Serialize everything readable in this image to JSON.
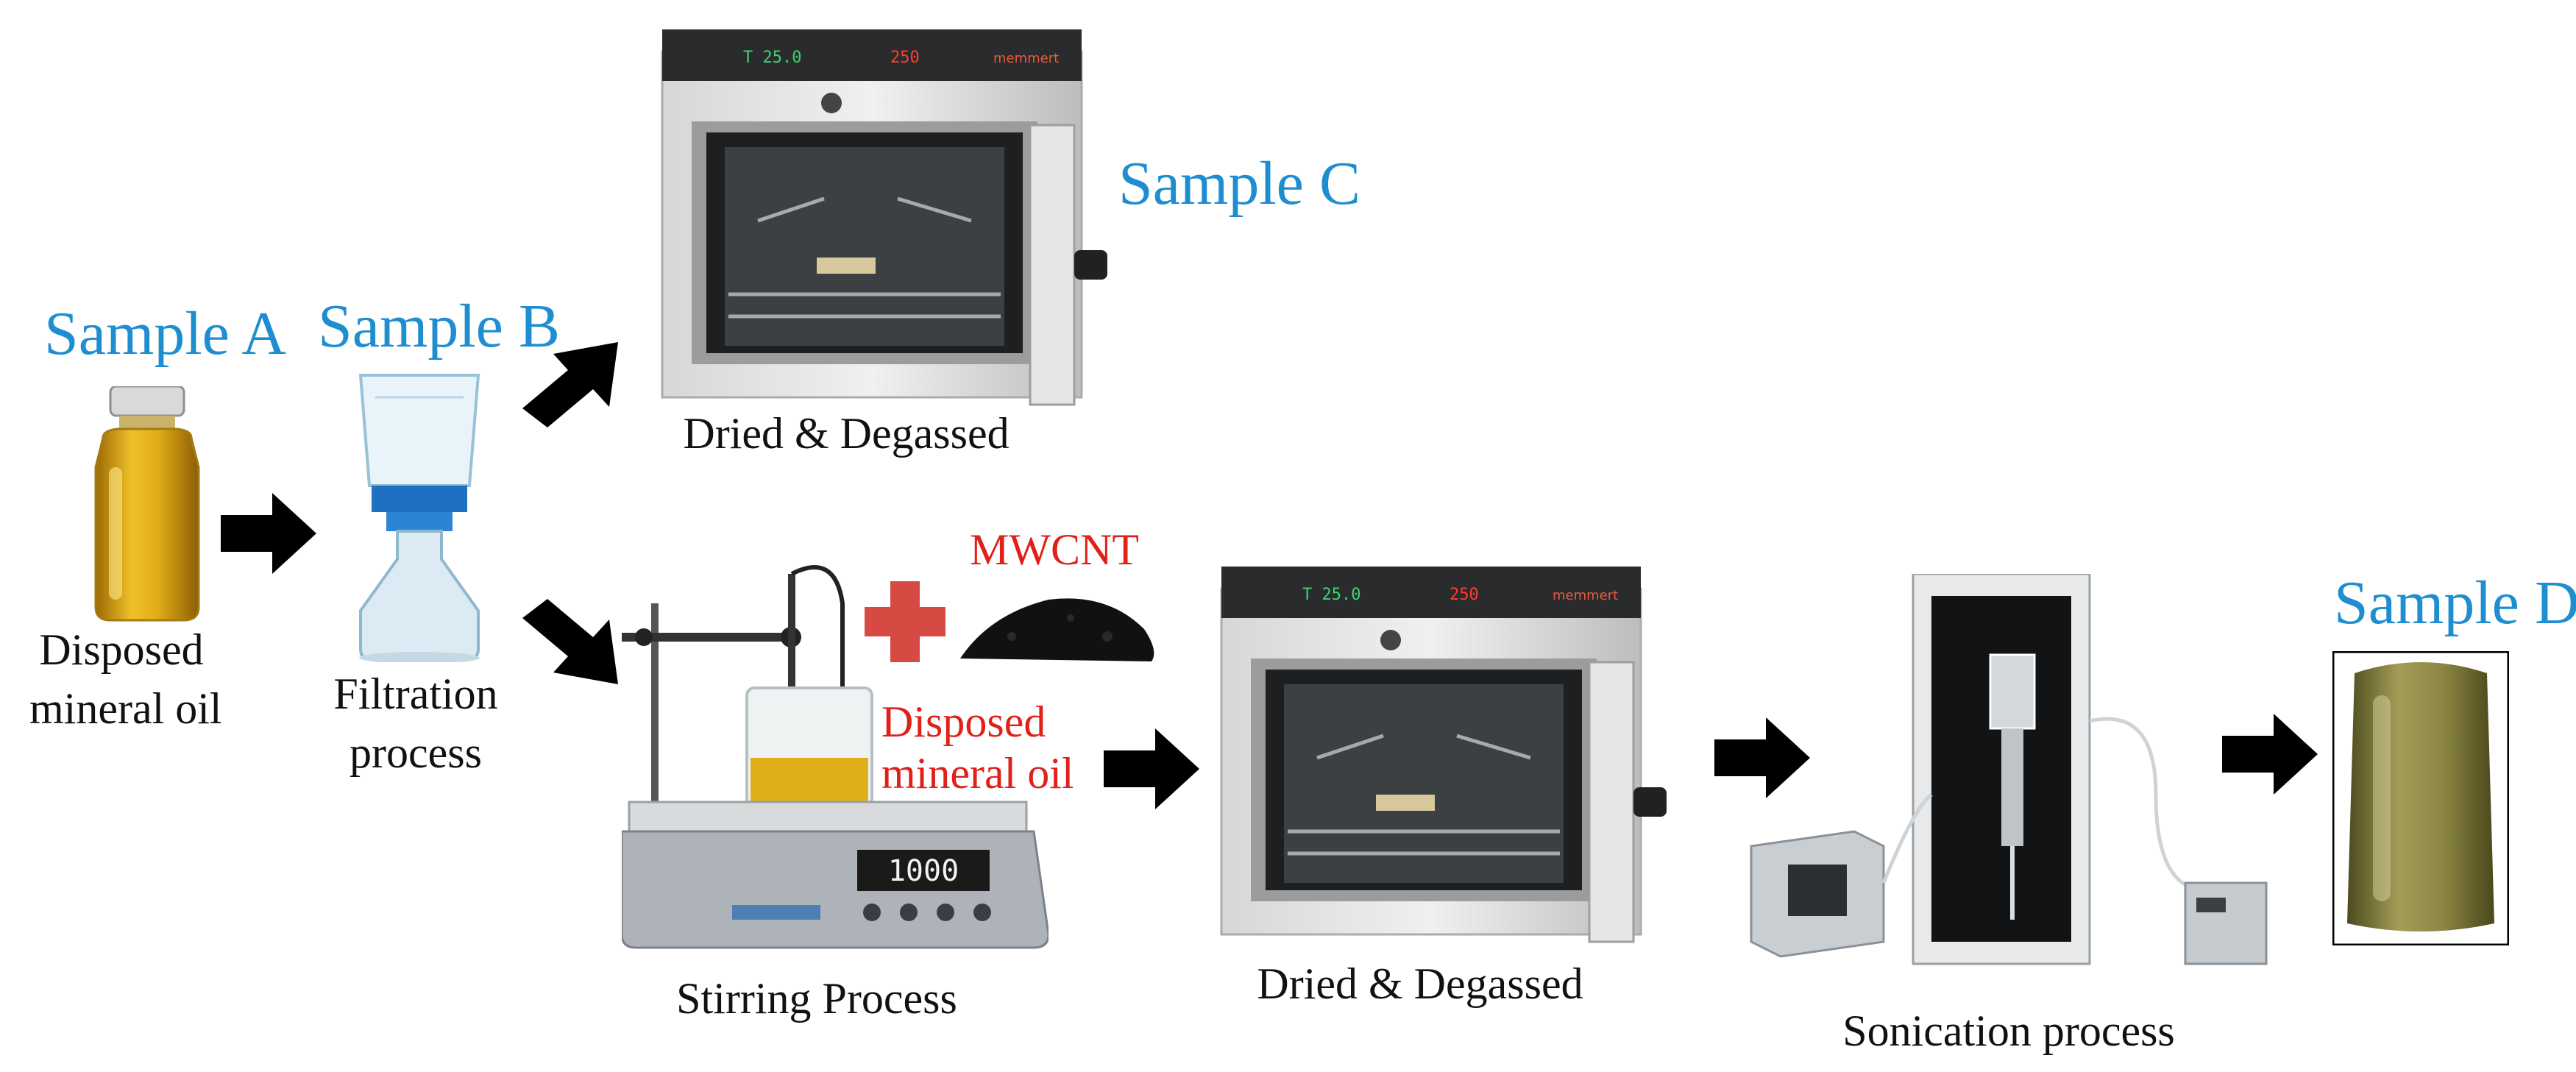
{
  "labels": {
    "sample_a": "Sample A",
    "sample_b": "Sample B",
    "sample_c": "Sample C",
    "sample_d": "Sample D",
    "disposed_line1": "Disposed",
    "disposed_line2": "mineral oil",
    "filtration_line1": "Filtration",
    "filtration_line2": "process",
    "dried_top": "Dried & Degassed",
    "mwcnt": "MWCNT",
    "disposed_red_line1": "Disposed",
    "disposed_red_line2": "mineral oil",
    "stirring": "Stirring Process",
    "dried_bottom": "Dried & Degassed",
    "sonication": "Sonication process"
  },
  "colors": {
    "sample_label": "#1f8ed0",
    "red_label": "#e0211a",
    "text": "#111111",
    "arrow": "#000000",
    "oil": "#d9a514",
    "nanofluid": "#7f7a3a"
  },
  "stirrer_display": "1000",
  "icons": [
    "oil-bottle-icon",
    "filter-flask-icon",
    "oven-icon",
    "stirrer-icon",
    "plus-icon",
    "mwcnt-powder-icon",
    "sonicator-icon",
    "sample-jar-icon",
    "arrow-icon"
  ]
}
